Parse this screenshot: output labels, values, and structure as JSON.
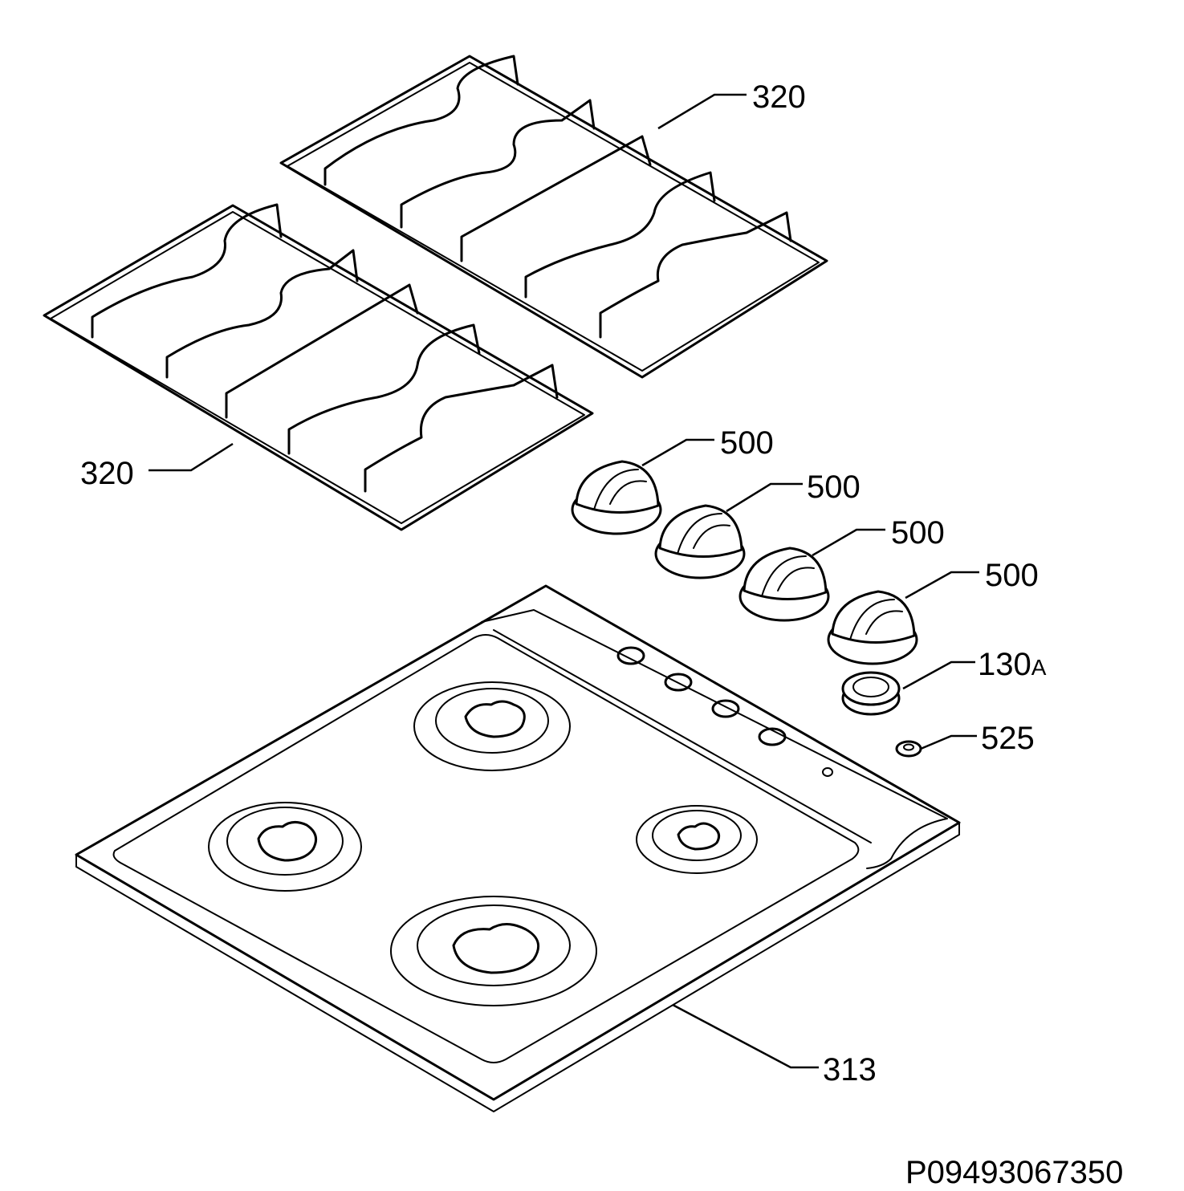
{
  "diagram": {
    "drawing_number": "P09493067350",
    "callouts": {
      "pan_support_rear": "320",
      "pan_support_front": "320",
      "knob_1": "500",
      "knob_2": "500",
      "knob_3": "500",
      "knob_4": "500",
      "bezel_number": "130",
      "bezel_suffix": "A",
      "small_part": "525",
      "hob_top": "313"
    }
  }
}
